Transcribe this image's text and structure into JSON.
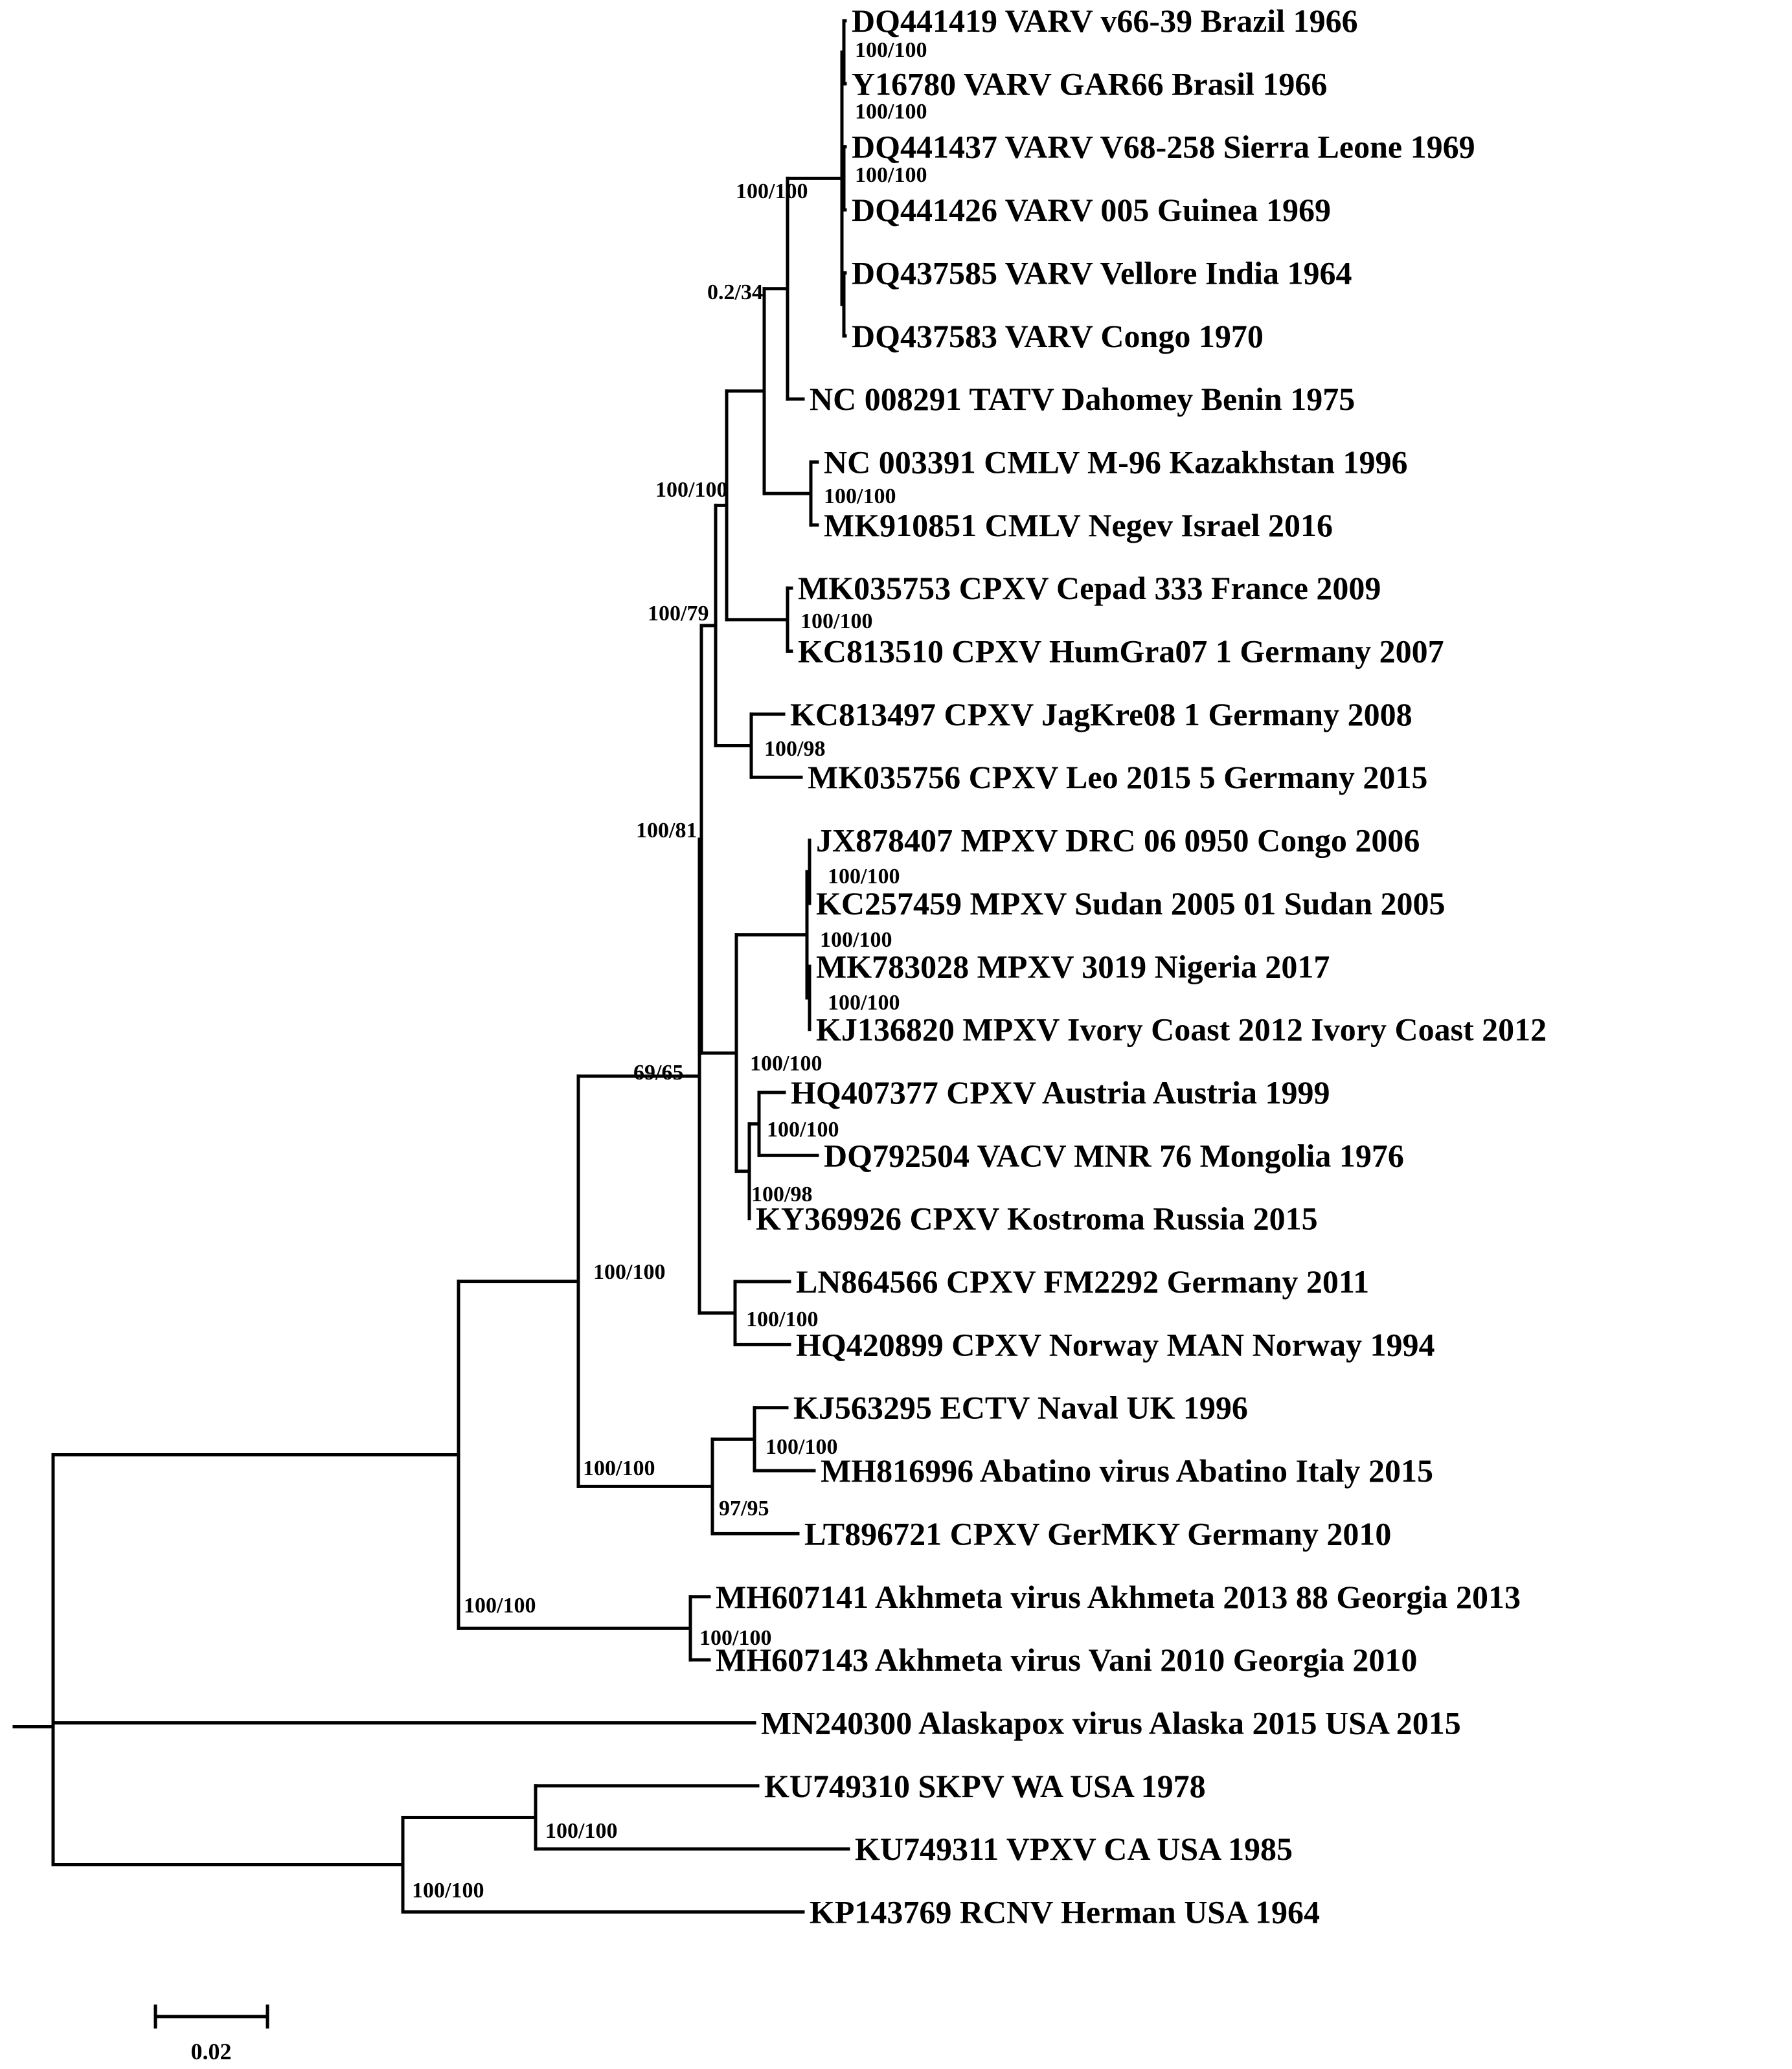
{
  "tree": {
    "name": "root",
    "children": [
      {
        "name": "n-main",
        "support": "100/100",
        "children": [
          {
            "name": "n-ingroup",
            "support": "100/100",
            "children": [
              {
                "name": "n-old",
                "support": "100/100",
                "children": [
                  {
                    "name": "n-oldA",
                    "support": "69/65",
                    "children": [
                      {
                        "name": "n-100-81",
                        "support": "100/81",
                        "children": [
                          {
                            "name": "n-100-79",
                            "support": "100/79",
                            "children": [
                              {
                                "name": "n-100-100-a",
                                "support": "100/100",
                                "children": [
                                  {
                                    "name": "n-0234",
                                    "support": "0.2/34",
                                    "children": [
                                      {
                                        "name": "n-varv",
                                        "support": "100/100",
                                        "children": [
                                          {
                                            "name": "n-varv-a",
                                            "support": "100/100",
                                            "children": [
                                              {
                                                "label": "DQ441419 VARV v66-39 Brazil 1966"
                                              },
                                              {
                                                "label": "Y16780 VARV GAR66 Brasil 1966"
                                              }
                                            ]
                                          },
                                          {
                                            "name": "n-varv-b",
                                            "support": "100/100",
                                            "children": [
                                              {
                                                "label": "DQ441437 VARV V68-258 Sierra Leone 1969"
                                              },
                                              {
                                                "label": "DQ441426 VARV 005 Guinea 1969"
                                              }
                                            ]
                                          },
                                          {
                                            "name": "n-varv-c",
                                            "support": "100/100",
                                            "children": [
                                              {
                                                "label": "DQ437585 VARV Vellore India 1964"
                                              },
                                              {
                                                "label": "DQ437583 VARV Congo 1970"
                                              }
                                            ]
                                          }
                                        ]
                                      },
                                      {
                                        "label": "NC 008291 TATV Dahomey Benin 1975"
                                      }
                                    ]
                                  },
                                  {
                                    "name": "n-cmlv",
                                    "support": "100/100",
                                    "children": [
                                      {
                                        "label": "NC 003391 CMLV M-96 Kazakhstan 1996"
                                      },
                                      {
                                        "label": "MK910851 CMLV Negev Israel 2016"
                                      }
                                    ]
                                  }
                                ]
                              },
                              {
                                "name": "n-cpxv-fr",
                                "support": "100/100",
                                "children": [
                                  {
                                    "label": "MK035753 CPXV Cepad 333 France 2009"
                                  },
                                  {
                                    "label": "KC813510 CPXV HumGra07 1 Germany 2007"
                                  }
                                ]
                              }
                            ]
                          },
                          {
                            "name": "n-cpxv-jag",
                            "support": "100/98",
                            "children": [
                              {
                                "label": "KC813497 CPXV JagKre08 1 Germany 2008"
                              },
                              {
                                "label": "MK035756 CPXV Leo 2015 5 Germany 2015"
                              }
                            ]
                          }
                        ]
                      },
                      {
                        "name": "n-mpxv-vacv",
                        "support": "100/100",
                        "children": [
                          {
                            "name": "n-mpxv",
                            "support": "100/100",
                            "children": [
                              {
                                "name": "n-mpxv-a",
                                "support": "100/100",
                                "children": [
                                  {
                                    "label": "JX878407 MPXV DRC 06 0950 Congo 2006"
                                  },
                                  {
                                    "label": "KC257459 MPXV Sudan 2005 01 Sudan 2005"
                                  }
                                ]
                              },
                              {
                                "name": "n-mpxv-b",
                                "support": "100/100",
                                "children": [
                                  {
                                    "label": "MK783028 MPXV 3019 Nigeria 2017"
                                  },
                                  {
                                    "label": "KJ136820 MPXV Ivory Coast 2012 Ivory Coast 2012"
                                  }
                                ]
                              }
                            ]
                          },
                          {
                            "name": "n-vacv",
                            "support": "100/98",
                            "children": [
                              {
                                "name": "n-vacv-a",
                                "support": "100/100",
                                "children": [
                                  {
                                    "label": "HQ407377 CPXV Austria Austria 1999"
                                  },
                                  {
                                    "label": "DQ792504 VACV MNR 76 Mongolia 1976"
                                  }
                                ]
                              },
                              {
                                "label": "KY369926 CPXV Kostroma Russia 2015"
                              }
                            ]
                          }
                        ]
                      }
                    ]
                  },
                  {
                    "name": "n-cpxv-fm",
                    "support": "100/100",
                    "children": [
                      {
                        "label": "LN864566 CPXV FM2292 Germany 2011"
                      },
                      {
                        "label": "HQ420899 CPXV Norway MAN Norway 1994"
                      }
                    ]
                  }
                ]
              },
              {
                "name": "n-ectv",
                "support": "97/95",
                "children": [
                  {
                    "name": "n-ectv-a",
                    "support": "100/100",
                    "children": [
                      {
                        "label": "KJ563295 ECTV Naval UK 1996"
                      },
                      {
                        "label": "MH816996 Abatino virus Abatino Italy 2015"
                      }
                    ]
                  },
                  {
                    "label": "LT896721 CPXV GerMKY Germany 2010"
                  }
                ]
              }
            ]
          },
          {
            "name": "n-akhmeta",
            "support": "100/100",
            "children": [
              {
                "label": "MH607141 Akhmeta virus Akhmeta 2013 88 Georgia 2013"
              },
              {
                "label": "MH607143 Akhmeta virus Vani 2010 Georgia 2010"
              }
            ]
          }
        ]
      },
      {
        "label": "MN240300 Alaskapox virus Alaska 2015 USA 2015"
      }
    ]
  },
  "outgroup": {
    "name": "n-outgroup",
    "support": "100/100",
    "children": [
      {
        "name": "n-out-a",
        "support": "100/100",
        "children": [
          {
            "label": "KU749310 SKPV WA USA 1978"
          },
          {
            "label": "KU749311 VPXV CA USA 1985"
          }
        ]
      },
      {
        "label": "KP143769 RCNV Herman USA 1964"
      }
    ]
  },
  "scale_bar": {
    "label": "0.02"
  }
}
